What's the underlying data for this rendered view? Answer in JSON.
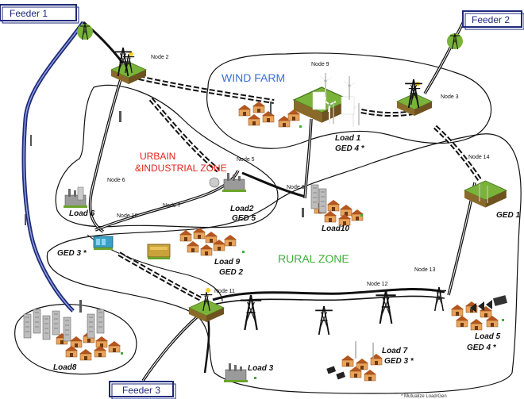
{
  "feeders": {
    "f1": "Feeder 1",
    "f2": "Feeder 2",
    "f3": "Feeder 3"
  },
  "zones": {
    "wind_farm": "WIND FARM",
    "urban_l1": "URBAIN",
    "urban_l2": "&INDUSTRIAL ZONE",
    "rural": "RURAL  ZONE"
  },
  "nodes": {
    "n2": "Node 2",
    "n3": "Node 3",
    "n5": "Node 5",
    "n6": "Node 6",
    "n7": "Node 7",
    "n8": "Node 8",
    "n9": "Node 9",
    "n10": "Node  10",
    "n11": "Node 11",
    "n12": "Node 12",
    "n13": "Node 13",
    "n14": "Node 14"
  },
  "loads": {
    "load1": "Load 1",
    "ged4a": "GED 4 *",
    "load2": "Load2",
    "ged5": "GED 5",
    "load6": "Load 6",
    "load10": "Load10",
    "ged1": "GED 1",
    "ged3a": "GED 3 *",
    "load9": "Load 9",
    "ged2": "GED 2",
    "load8": "Load8",
    "load3": "Load 3",
    "load7": "Load 7",
    "ged3b": "GED 3 *",
    "load5": "Load 5",
    "ged4b": "GED 4 *"
  },
  "footnote": "* Mutualize Load/Gen",
  "colors": {
    "wind_farm": "#3b6fd4",
    "urban": "#e0241b",
    "rural": "#3fae3a",
    "feeder_blue": "#1f2a7a",
    "house": "#d98a3a",
    "grass": "#6aa42a"
  }
}
